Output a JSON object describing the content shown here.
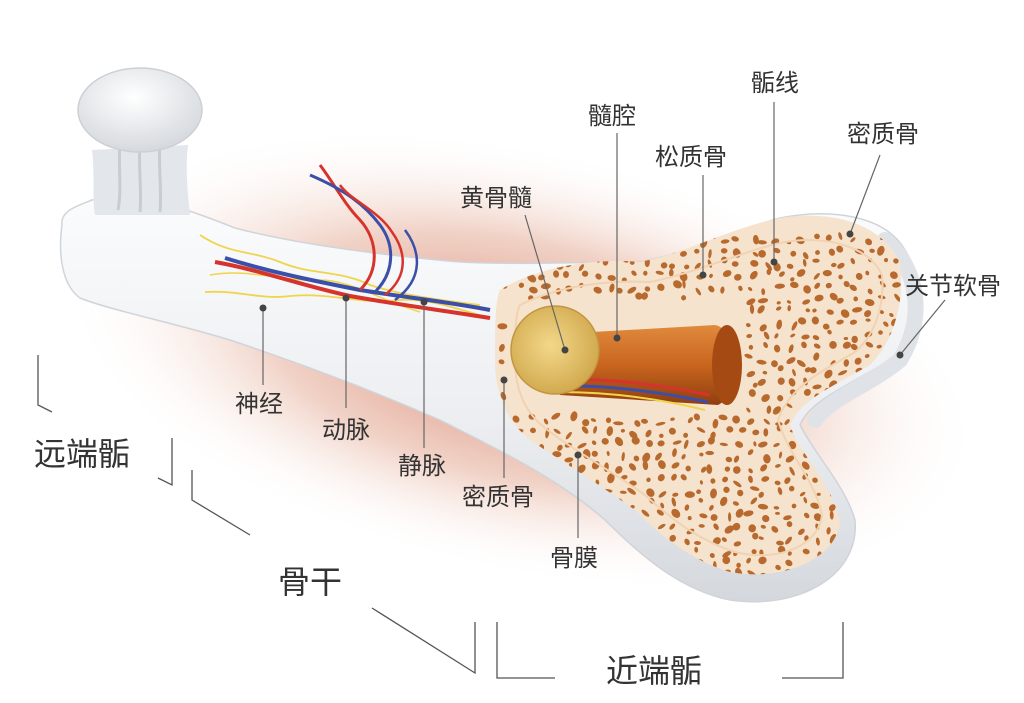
{
  "diagram": {
    "labels": {
      "epiphyseal_line": "骺线",
      "marrow_cavity": "髓腔",
      "spongy_bone": "松质骨",
      "compact_bone_top": "密质骨",
      "yellow_marrow": "黄骨髓",
      "articular_cartilage": "关节软骨",
      "nerve": "神经",
      "artery": "动脉",
      "vein": "静脉",
      "compact_bone_inner": "密质骨",
      "periosteum": "骨膜"
    },
    "regions": {
      "distal_epiphysis": "远端骺",
      "diaphysis": "骨干",
      "proximal_epiphysis": "近端骺"
    },
    "colors": {
      "bone": "#eef0f3",
      "bone_shadow": "#d3d7dc",
      "spongy_bg": "#f7dcc0",
      "spongy_holes": "#b86a2e",
      "marrow": "#c9651e",
      "yellow_marrow": "#e7c46a",
      "artery": "#d6332d",
      "vein": "#3b4fa8",
      "nerve": "#f0d44a",
      "glow": "#d9826a"
    }
  }
}
